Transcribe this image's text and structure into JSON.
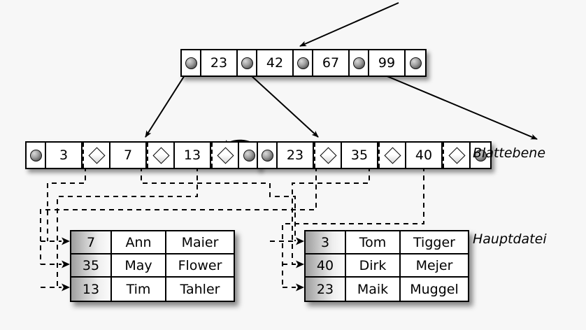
{
  "diagram": {
    "title": "B+ tree index with leaf level and main data file",
    "background_color": "#f7f7f7",
    "line_color": "#000000"
  },
  "root_node": {
    "name": "root-index-node",
    "cells": [
      {
        "type": "pointer",
        "label": ""
      },
      {
        "type": "key",
        "label": "23"
      },
      {
        "type": "pointer",
        "label": ""
      },
      {
        "type": "key",
        "label": "42"
      },
      {
        "type": "pointer",
        "label": ""
      },
      {
        "type": "key",
        "label": "67"
      },
      {
        "type": "pointer",
        "label": ""
      },
      {
        "type": "key",
        "label": "99"
      },
      {
        "type": "pointer",
        "label": ""
      }
    ],
    "keys": [
      "23",
      "42",
      "67",
      "99"
    ]
  },
  "leaf_left": {
    "name": "leaf-node-left",
    "keys": [
      "3",
      "7",
      "13"
    ],
    "cells": [
      {
        "type": "pointer",
        "label": ""
      },
      {
        "type": "key",
        "label": "3"
      },
      {
        "type": "diamond",
        "label": ""
      },
      {
        "type": "key",
        "label": "7"
      },
      {
        "type": "diamond",
        "label": ""
      },
      {
        "type": "key",
        "label": "13"
      },
      {
        "type": "diamond",
        "label": ""
      },
      {
        "type": "pointer",
        "label": ""
      }
    ]
  },
  "leaf_right": {
    "name": "leaf-node-right",
    "keys": [
      "23",
      "35",
      "40"
    ],
    "cells": [
      {
        "type": "pointer",
        "label": ""
      },
      {
        "type": "key",
        "label": "23"
      },
      {
        "type": "diamond",
        "label": ""
      },
      {
        "type": "key",
        "label": "35"
      },
      {
        "type": "diamond",
        "label": ""
      },
      {
        "type": "key",
        "label": "40"
      },
      {
        "type": "diamond",
        "label": ""
      },
      {
        "type": "pointer",
        "label": ""
      }
    ]
  },
  "table_left": {
    "name": "data-table-left",
    "rows": [
      {
        "key": "7",
        "first": "Ann",
        "last": "Maier"
      },
      {
        "key": "35",
        "first": "May",
        "last": "Flower"
      },
      {
        "key": "13",
        "first": "Tim",
        "last": "Tahler"
      }
    ]
  },
  "table_right": {
    "name": "data-table-right",
    "rows": [
      {
        "key": "3",
        "first": "Tom",
        "last": "Tigger"
      },
      {
        "key": "40",
        "first": "Dirk",
        "last": "Mejer"
      },
      {
        "key": "23",
        "first": "Maik",
        "last": "Muggel"
      }
    ]
  },
  "labels": {
    "leaf_level": "Blattebene",
    "main_file": "Hauptdatei"
  }
}
